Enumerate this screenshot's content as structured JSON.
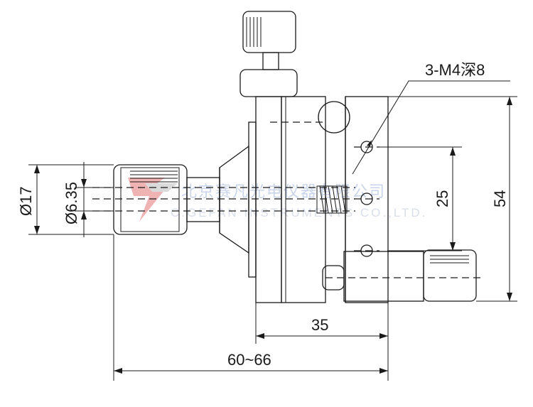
{
  "dimensions": {
    "thread_note": "3-M4深8",
    "hole_pitch": "25",
    "height": "54",
    "depth": "35",
    "overall_length": "60~66",
    "outer_diameter": "Ø17",
    "bore_diameter": "Ø6.35"
  },
  "watermark": {
    "company_cn": "北京赛凡光电仪器有限公司",
    "company_en": "C.GEFAN INSTRUMENTS CO.,LTD."
  },
  "colors": {
    "body_light": "#f2f2f2",
    "body_mid": "#d9d9d9",
    "body_dark": "#bcbcbc",
    "outline": "#1a1a1a",
    "watermark_blue": "#9fb4dc",
    "logo_red": "#e26a6a"
  }
}
